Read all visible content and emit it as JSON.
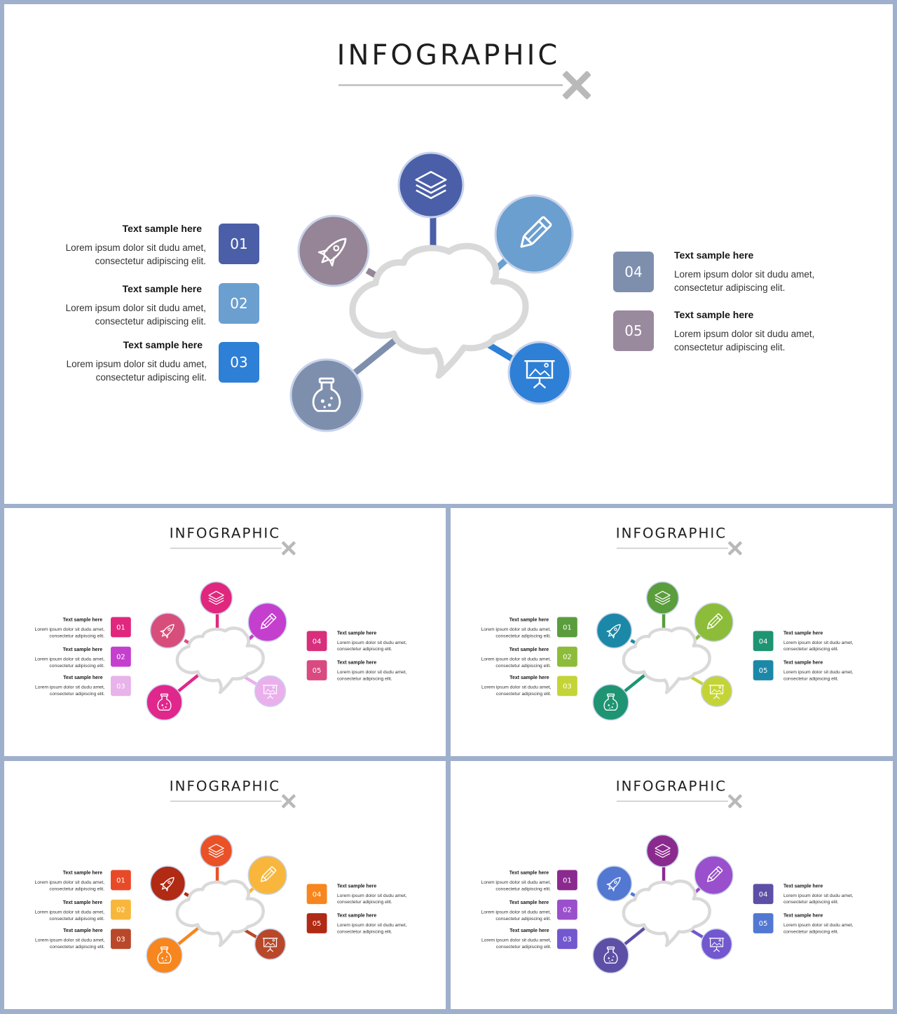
{
  "title": "INFOGRAPHIC",
  "items": [
    {
      "number": "01",
      "heading": "Text sample here",
      "body1": "Lorem ipsum dolor sit dudu amet,",
      "body2": "consectetur adipiscing elit."
    },
    {
      "number": "02",
      "heading": "Text sample here",
      "body1": "Lorem ipsum dolor sit dudu amet,",
      "body2": "consectetur adipiscing elit."
    },
    {
      "number": "03",
      "heading": "Text sample here",
      "body1": "Lorem ipsum dolor sit dudu amet,",
      "body2": "consectetur adipiscing elit."
    },
    {
      "number": "04",
      "heading": "Text sample here",
      "body1": "Lorem ipsum dolor sit dudu amet,",
      "body2": "consectetur adipiscing elit."
    },
    {
      "number": "05",
      "heading": "Text sample here",
      "body1": "Lorem ipsum dolor sit dudu amet,",
      "body2": "consectetur adipiscing elit."
    }
  ],
  "icons": {
    "top": "layers-icon",
    "upper_right": "pencil-icon",
    "lower_right": "presentation-board-icon",
    "lower_left": "flask-icon",
    "upper_left": "rocket-icon"
  },
  "themes": [
    {
      "name": "blue",
      "badges": [
        "#4a5fa8",
        "#6a9fd0",
        "#2e7fd6",
        "#7e8fae",
        "#9a8a9e"
      ],
      "circles": {
        "top": "#4a5fa8",
        "upper_right": "#6a9fd0",
        "lower_right": "#2e7fd6",
        "lower_left": "#7e8fae",
        "upper_left": "#958596"
      },
      "connectors": {
        "top": "#4a5fa8",
        "upper_right": "#6a9fd0",
        "lower_right": "#2e7fd6",
        "lower_left": "#7e8fae",
        "upper_left": "#958596"
      }
    },
    {
      "name": "pink",
      "badges": [
        "#e0277d",
        "#c53fcf",
        "#e8b2ea",
        "#d82f7c",
        "#d84a80"
      ],
      "circles": {
        "top": "#e0277d",
        "upper_right": "#c53fcf",
        "lower_right": "#e9b0ec",
        "lower_left": "#e0278c",
        "upper_left": "#d84e7b"
      },
      "connectors": {
        "top": "#e0277d",
        "upper_right": "#c53fcf",
        "lower_right": "#e9b0ec",
        "lower_left": "#e0278c",
        "upper_left": "#d84e7b"
      }
    },
    {
      "name": "green",
      "badges": [
        "#5a9d3c",
        "#8cbc39",
        "#c4d437",
        "#1f9472",
        "#1c88a8"
      ],
      "circles": {
        "top": "#5a9d3c",
        "upper_right": "#8cbc39",
        "lower_right": "#c4d437",
        "lower_left": "#1f9472",
        "upper_left": "#1c88a8"
      },
      "connectors": {
        "top": "#5a9d3c",
        "upper_right": "#8cbc39",
        "lower_right": "#c4d437",
        "lower_left": "#1f9472",
        "upper_left": "#1c88a8"
      }
    },
    {
      "name": "orange",
      "badges": [
        "#e84a28",
        "#f8b73c",
        "#b9482a",
        "#f7861e",
        "#b02a14"
      ],
      "circles": {
        "top": "#ea5127",
        "upper_right": "#f8b73c",
        "lower_right": "#b9482a",
        "lower_left": "#f7861e",
        "upper_left": "#b02a14"
      },
      "connectors": {
        "top": "#ea5127",
        "upper_right": "#f8b73c",
        "lower_right": "#b9482a",
        "lower_left": "#f7861e",
        "upper_left": "#b02a14"
      }
    },
    {
      "name": "purple",
      "badges": [
        "#8b2a8e",
        "#9a4fcc",
        "#7257cf",
        "#5e4fa6",
        "#5278d2"
      ],
      "circles": {
        "top": "#8b2a8e",
        "upper_right": "#9a4fcc",
        "lower_right": "#7257cf",
        "lower_left": "#5e4fa6",
        "upper_left": "#5278d2"
      },
      "connectors": {
        "top": "#8b2a8e",
        "upper_right": "#9a4fcc",
        "lower_right": "#7257cf",
        "lower_left": "#5e4fa6",
        "upper_left": "#5278d2"
      }
    }
  ]
}
